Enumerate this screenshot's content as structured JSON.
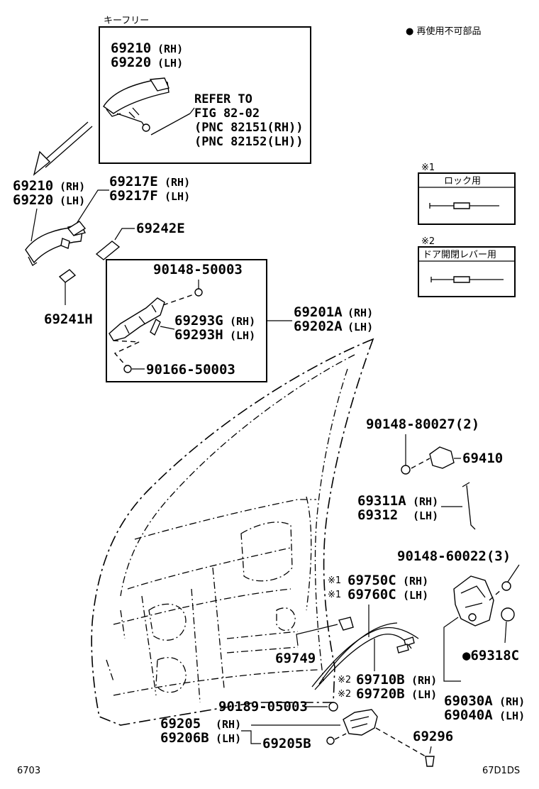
{
  "legend": {
    "text": "● 再使用不可部品"
  },
  "keyfree_box": {
    "title": "キーフリー",
    "pn_rh": "69210",
    "suffix_rh": "(RH)",
    "pn_lh": "69220",
    "suffix_lh": "(LH)",
    "refer_line1": "REFER TO",
    "refer_line2": "FIG 82-02",
    "refer_line3": "(PNC 82151(RH))",
    "refer_line4": "(PNC 82152(LH))"
  },
  "notes": {
    "note1_mark": "※1",
    "note1_title": "ロック用",
    "note2_mark": "※2",
    "note2_title": "ドア開閉レバー用"
  },
  "labels": {
    "handle_rh": "69210",
    "handle_rh_suffix": "(RH)",
    "handle_lh": "69220",
    "handle_lh_suffix": "(LH)",
    "pad_e": "69217E",
    "pad_e_suffix": "(RH)",
    "pad_f": "69217F",
    "pad_f_suffix": "(LH)",
    "pad_69242e": "69242E",
    "pad_69241h": "69241H",
    "screw_50003_top": "90148-50003",
    "frame_g": "69293G",
    "frame_g_suffix": "(RH)",
    "frame_h": "69293H",
    "frame_h_suffix": "(LH)",
    "screw_50003_bottom": "90166-50003",
    "frame_a_rh": "69201A",
    "frame_a_rh_suffix": "(RH)",
    "frame_a_lh": "69202A",
    "frame_a_lh_suffix": "(LH)",
    "screw_80027": "90148-80027(2)",
    "striker": "69410",
    "rod_a": "69311A",
    "rod_a_suffix": "(RH)",
    "rod_b": "69312",
    "rod_b_suffix": "(LH)",
    "screw_60022": "90148-60022(3)",
    "cable_c_mark": "※1",
    "cable_c_rh": "69750C",
    "cable_c_rh_suffix": "(RH)",
    "cable_c2_mark": "※1",
    "cable_c_lh": "69760C",
    "cable_c_lh_suffix": "(LH)",
    "clip_69749": "69749",
    "cable_b_mark": "※2",
    "cable_b_rh": "69710B",
    "cable_b_rh_suffix": "(RH)",
    "cable_b2_mark": "※2",
    "cable_b_lh": "69720B",
    "cable_b_lh_suffix": "(LH)",
    "cover_69318c": "●69318C",
    "lock_rh": "69030A",
    "lock_rh_suffix": "(RH)",
    "lock_lh": "69040A",
    "lock_lh_suffix": "(LH)",
    "bolt_05003": "90189-05003",
    "handle_in_rh": "69205",
    "handle_in_rh_suffix": "(RH)",
    "handle_in_lh": "69206B",
    "handle_in_lh_suffix": "(LH)",
    "handle_in_b": "69205B",
    "screw_69296": "69296"
  },
  "footer": {
    "left": "6703",
    "right": "67D1DS"
  }
}
